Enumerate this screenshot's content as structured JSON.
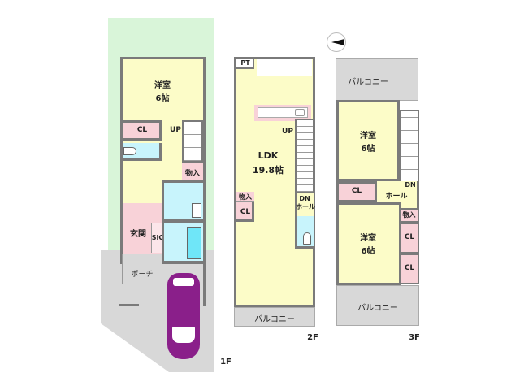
{
  "colors": {
    "garden": "#d9f5d9",
    "room_yellow": "#fcfcc8",
    "closet_pink": "#f8d2d8",
    "wet_blue": "#c8f4fc",
    "paving_grey": "#d8d8d8",
    "wall": "#7a7a7a",
    "car": "#8a1f8a"
  },
  "compass": {
    "icon": "north-arrow-icon"
  },
  "floor1": {
    "floor_label": "1F",
    "bedroom": {
      "name": "洋室",
      "size": "6帖"
    },
    "closet": "CL",
    "stairs_up": "UP",
    "storage": "物入",
    "entrance": "玄関",
    "shoe_closet": "SIC",
    "porch": "ポーチ",
    "car_icon": "car-icon"
  },
  "floor2": {
    "floor_label": "2F",
    "pantry": "PT",
    "ldk": {
      "name": "LDK",
      "size": "19.8帖"
    },
    "stairs_up": "UP",
    "storage": "物入",
    "closet": "CL",
    "stairs_down": "DN",
    "hall": "ホール",
    "balcony": "バルコニー"
  },
  "floor3": {
    "floor_label": "3F",
    "balcony_top": "バルコニー",
    "bedroom_a": {
      "name": "洋室",
      "size": "6帖"
    },
    "closet_a": "CL",
    "hall": "ホール",
    "stairs_down": "DN",
    "storage": "物入",
    "bedroom_b": {
      "name": "洋室",
      "size": "6帖"
    },
    "closet_b1": "CL",
    "closet_b2": "CL",
    "balcony_bottom": "バルコニー"
  }
}
